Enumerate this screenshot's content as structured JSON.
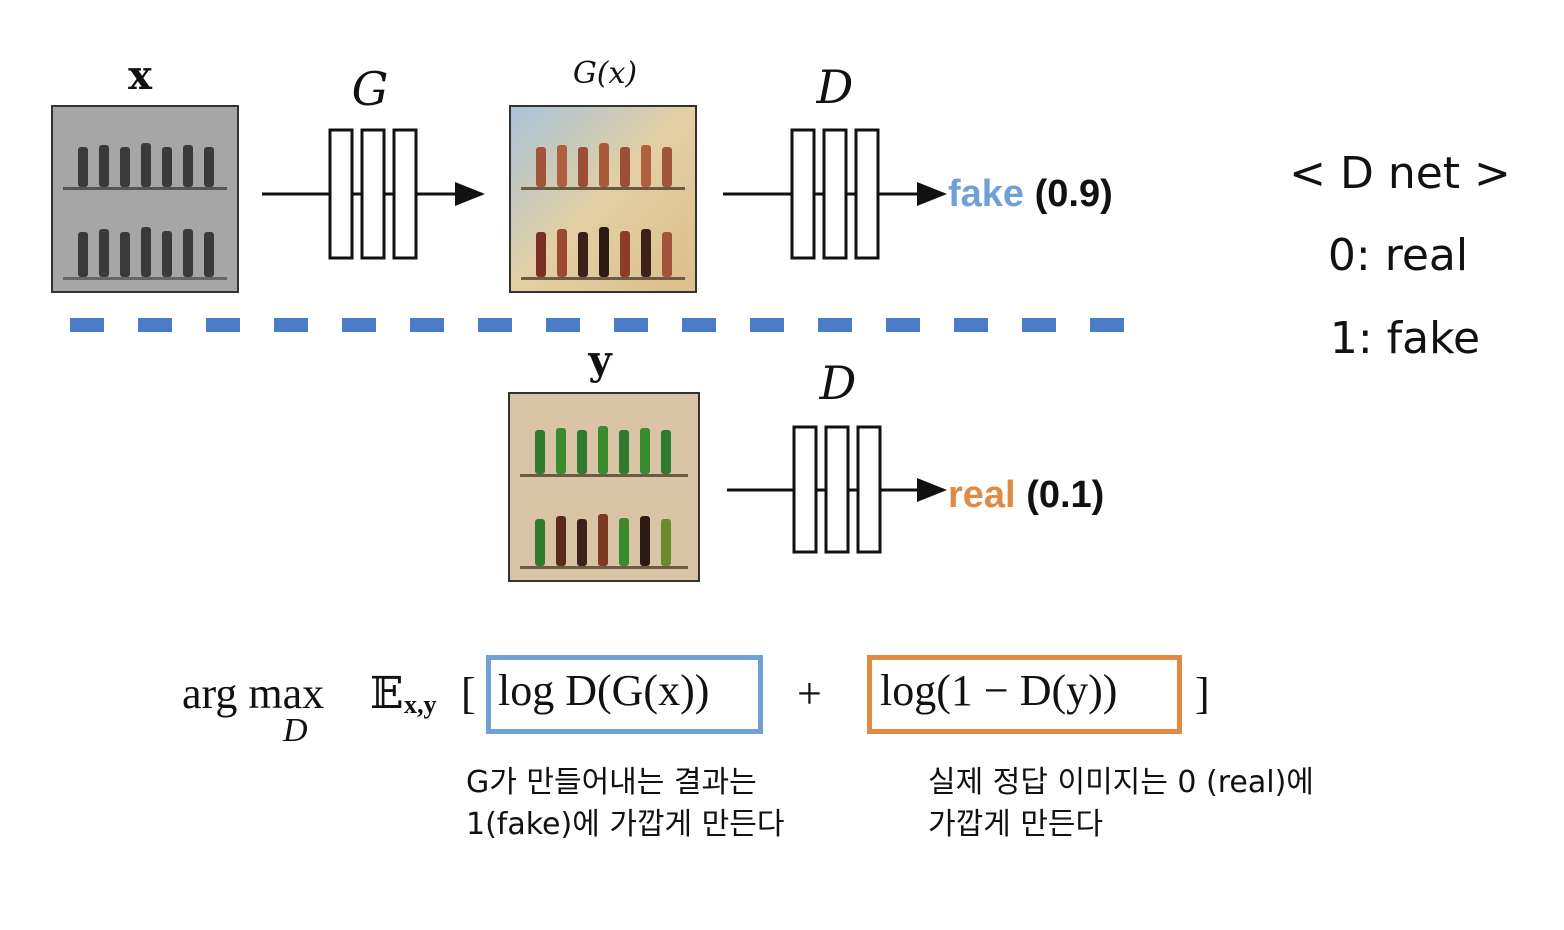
{
  "diagram": {
    "labels": {
      "input_x": "x",
      "generator": "G",
      "generated": "G(x)",
      "disc_top": "D",
      "target_y": "y",
      "disc_bottom": "D"
    },
    "outputs": {
      "top_word": "fake",
      "top_score": "(0.9)",
      "bottom_word": "real",
      "bottom_score": "(0.1)"
    },
    "legend": {
      "title": "< D net >",
      "line0": "0: real",
      "line1": "1: fake"
    },
    "formula": {
      "argmax": "arg max",
      "argmax_sub": "D",
      "expectation": "𝔼",
      "expectation_sub": "x,y",
      "open_bracket": "[",
      "term1": "log D(G(x))",
      "plus": "+",
      "term2": "log(1 − D(y))",
      "close_bracket": "]"
    },
    "captions": {
      "left_line1": "G가 만들어내는 결과는",
      "left_line2": "1(fake)에 가깝게 만든다",
      "right_line1": "실제 정답 이미지는 0 (real)에",
      "right_line2": "가깝게 만든다"
    },
    "colors": {
      "fake_blue": "#6fa0d6",
      "real_orange": "#e08a44",
      "divider_blue": "#4a7cc9"
    }
  }
}
